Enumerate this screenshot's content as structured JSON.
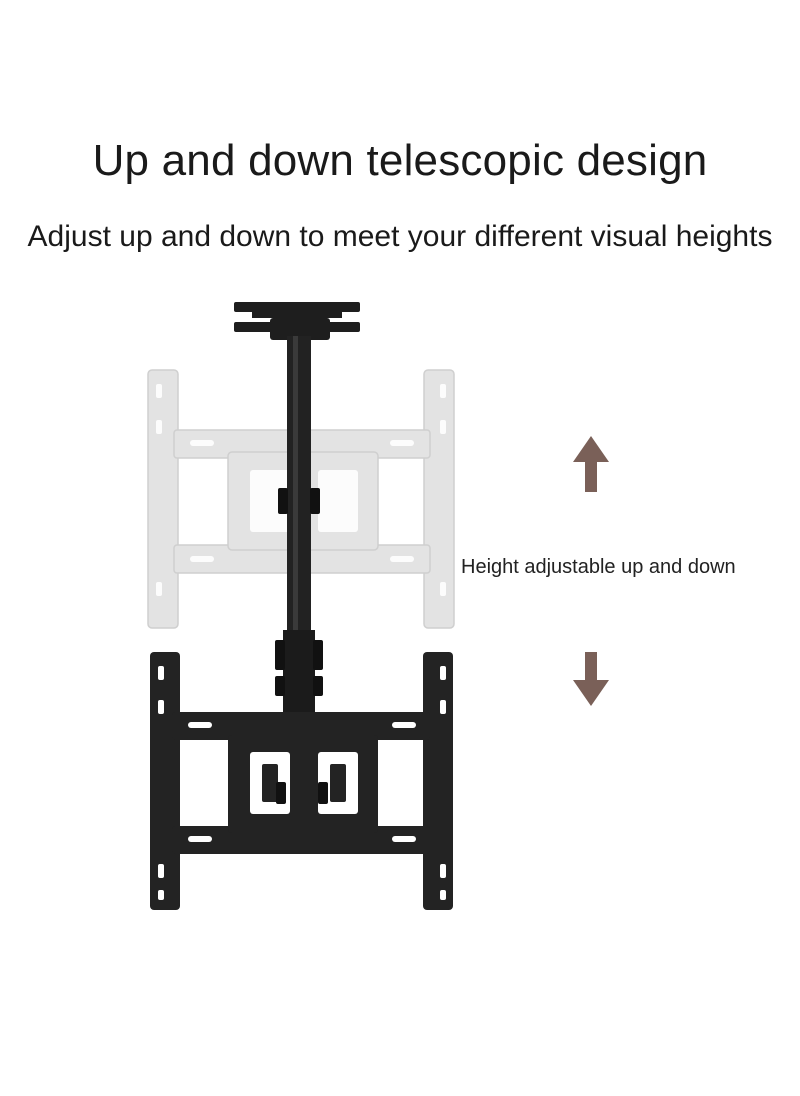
{
  "title": "Up and down telescopic design",
  "subtitle": "Adjust up and down to meet your different visual heights",
  "side_label": "Height adjustable up and down",
  "colors": {
    "bracket": "#1e1e1e",
    "ghost_bracket": "#dcdcdc",
    "arrow": "#7a6058"
  },
  "icons": [
    "up-arrow-icon",
    "down-arrow-icon"
  ]
}
